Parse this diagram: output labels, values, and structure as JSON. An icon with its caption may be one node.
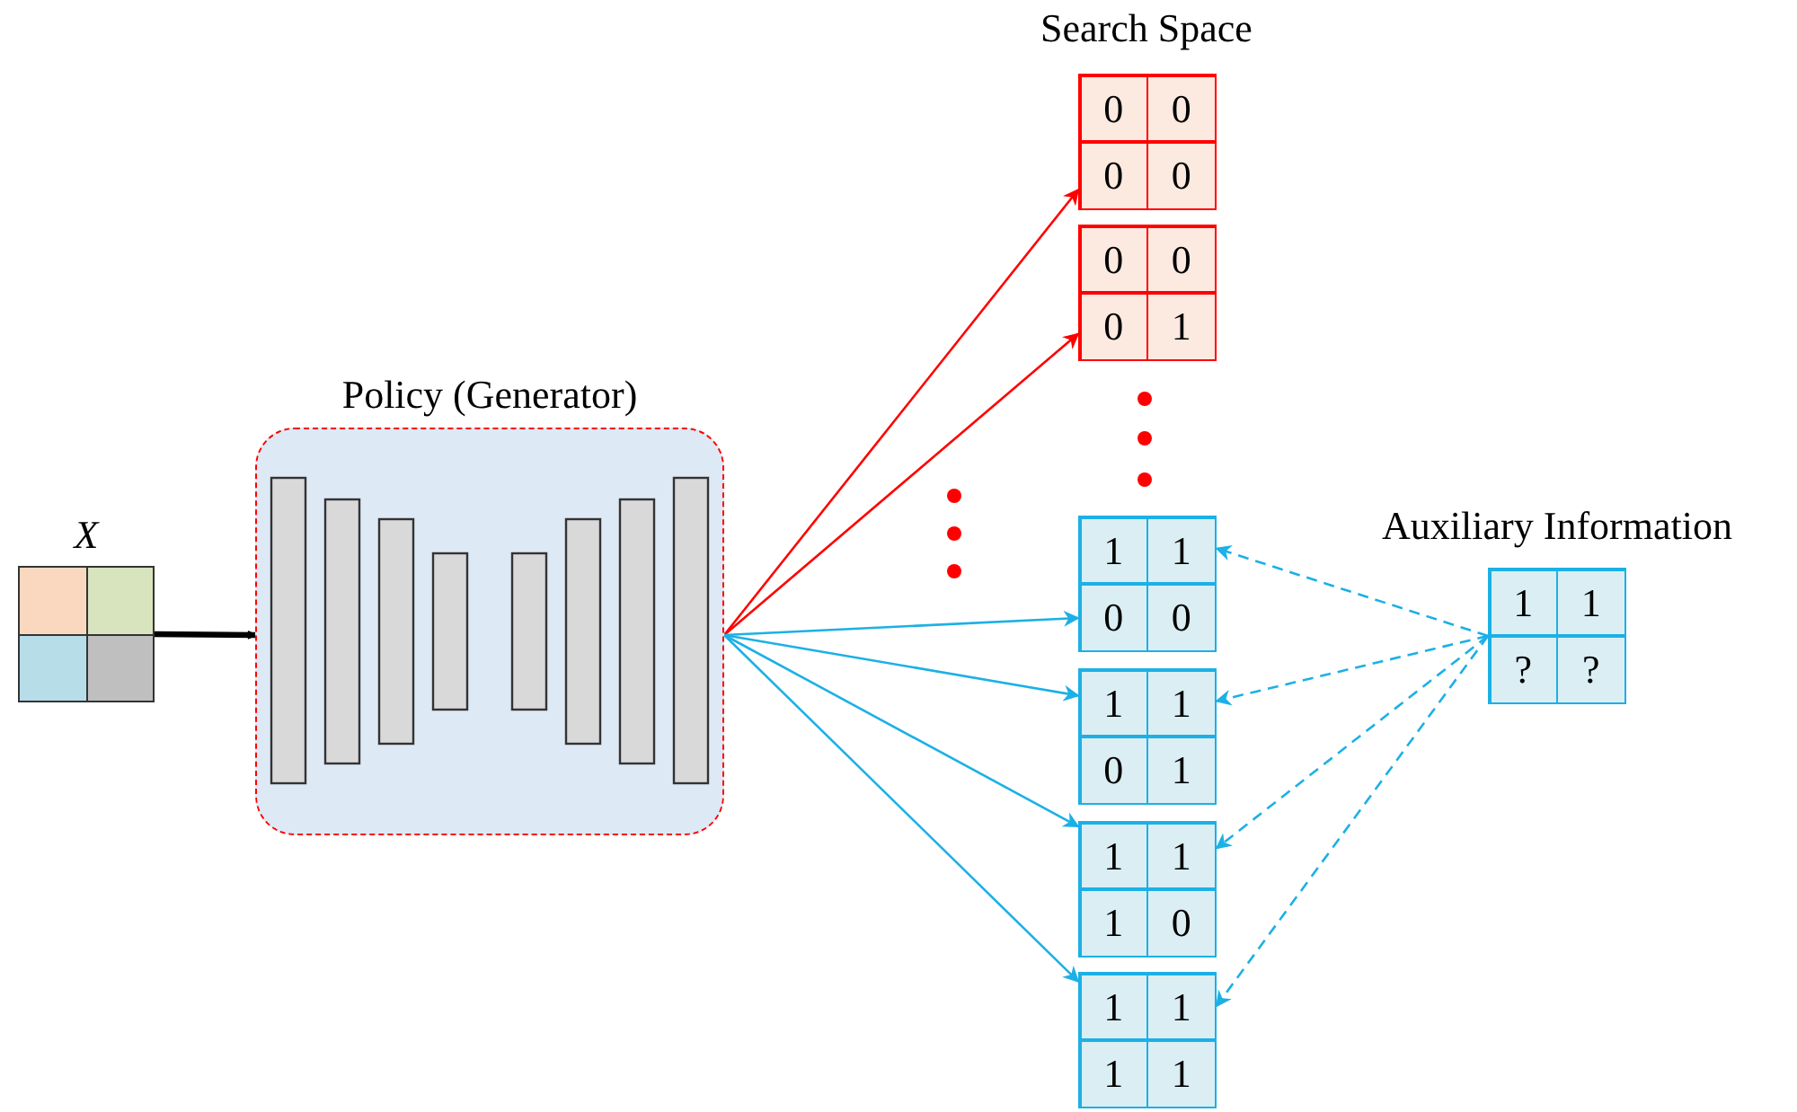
{
  "diagram": {
    "nodes": [
      {
        "text": [
          "X"
        ]
      },
      {
        "text": [
          "Policy (Generator)"
        ]
      },
      {
        "text": [
          "0",
          "0",
          "0",
          "0"
        ]
      },
      {
        "text": [
          "0",
          "0",
          "0",
          "1"
        ]
      },
      {
        "text": [
          "1",
          "1",
          "0",
          "0"
        ]
      },
      {
        "text": [
          "1",
          "1",
          "0",
          "1"
        ]
      },
      {
        "text": [
          "1",
          "1",
          "1",
          "0"
        ]
      },
      {
        "text": [
          "1",
          "1",
          "1",
          "1"
        ]
      },
      {
        "text": [
          "Auxiliary Information",
          "1",
          "1",
          "?",
          "?"
        ]
      }
    ],
    "edges": [
      {
        "from": 0,
        "to": 1,
        "arrow": "to",
        "style": "thick",
        "color": "#000000"
      },
      {
        "from": 1,
        "to": 2,
        "arrow": "to",
        "color": "#ff0000"
      },
      {
        "from": 1,
        "to": 3,
        "arrow": "to",
        "color": "#ff0000"
      },
      {
        "from": 1,
        "to": 4,
        "arrow": "to"
      },
      {
        "from": 1,
        "to": 5,
        "arrow": "to"
      },
      {
        "from": 1,
        "to": 6,
        "arrow": "to"
      },
      {
        "from": 1,
        "to": 7,
        "arrow": "to"
      },
      {
        "from": 8,
        "to": 4,
        "arrow": "to",
        "style": "dashed"
      },
      {
        "from": 8,
        "to": 5,
        "arrow": "to",
        "style": "dashed"
      },
      {
        "from": 8,
        "to": 6,
        "arrow": "to",
        "style": "dashed"
      },
      {
        "from": 8,
        "to": 7,
        "arrow": "to",
        "style": "dashed"
      }
    ],
    "labels": [
      "Search Space"
    ]
  }
}
